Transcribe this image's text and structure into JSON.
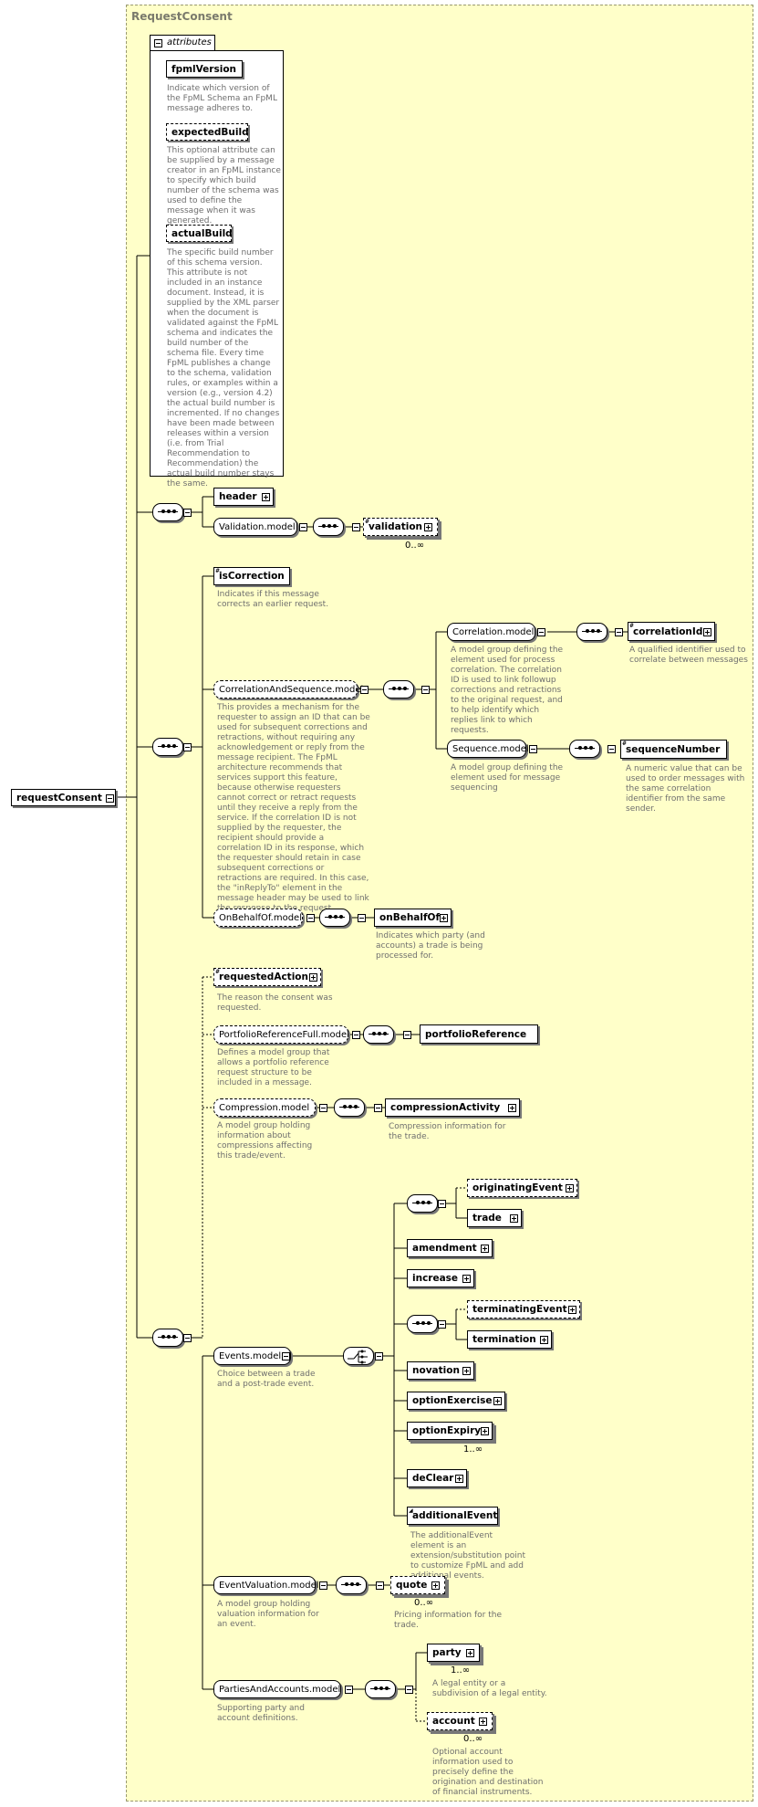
{
  "diagram": {
    "title": "RequestConsent",
    "root": "requestConsent",
    "attributes_label": "attributes",
    "attributes": [
      {
        "name": "fpmlVersion",
        "desc": "Indicate which version of the FpML Schema an FpML message adheres to."
      },
      {
        "name": "expectedBuild",
        "desc": "This optional attribute can be supplied by a message creator in an FpML instance to specify which build number of the schema was used to define the message when it was generated."
      },
      {
        "name": "actualBuild",
        "desc": "The specific build number of this schema version. This attribute is not included in an instance document. Instead, it is supplied by the XML parser when the document is validated against the FpML schema and indicates the build number of the schema file. Every time FpML publishes a change to the schema, validation rules, or examples within a version (e.g., version 4.2) the actual build number is incremented. If no changes have been made between releases within a version (i.e. from Trial Recommendation to Recommendation) the actual build number stays the same."
      }
    ],
    "nodes": {
      "header": "header",
      "validation_model": "Validation.model",
      "validation": "validation",
      "validation_occ": "0..∞",
      "isCorrection": "isCorrection",
      "isCorrection_desc": "Indicates if this message corrects an earlier request.",
      "cas_model": "CorrelationAndSequence.model",
      "cas_desc": "This provides a mechanism for the requester to assign an ID that can be used for subsequent corrections and retractions, without requiring any acknowledgement or reply from the message recipient. The FpML architecture recommends that services support this feature, because otherwise requesters cannot correct or retract requests until they receive a reply from the service. If the correlation ID is not supplied by the requester, the recipient should provide a correlation ID in its response, which the requester should retain in case subsequent corrections or retractions are required. In this case, the \"inReplyTo\" element in the message header may be used to link the response to the request.",
      "correlation_model": "Correlation.model",
      "correlation_desc": "A model group defining the element used for process correlation. The correlation ID is used to link followup corrections and retractions to the original request, and to help identify which replies link to which requests.",
      "correlationId": "correlationId",
      "correlationId_desc": "A qualified identifier used to correlate between messages",
      "sequence_model": "Sequence.model",
      "sequence_desc": "A model group defining the element used for message sequencing",
      "sequenceNumber": "sequenceNumber",
      "sequenceNumber_desc": "A numeric value that can be used to order messages with the same correlation identifier from the same sender.",
      "onBehalfOf_model": "OnBehalfOf.model",
      "onBehalfOf": "onBehalfOf",
      "onBehalfOf_desc": "Indicates which party (and accounts) a trade is being processed for.",
      "requestedAction": "requestedAction",
      "requestedAction_desc": "The reason the consent was requested.",
      "prf_model": "PortfolioReferenceFull.model",
      "prf_desc": "Defines a model group that allows a portfolio reference request structure to be included in a message.",
      "portfolioReference": "portfolioReference",
      "compression_model": "Compression.model",
      "compression_desc": "A model group holding information about compressions affecting this trade/event.",
      "compressionActivity": "compressionActivity",
      "compressionActivity_desc": "Compression information for the trade.",
      "events_model": "Events.model",
      "events_desc": "Choice between a trade and a post-trade event.",
      "originatingEvent": "originatingEvent",
      "trade": "trade",
      "amendment": "amendment",
      "increase": "increase",
      "terminatingEvent": "terminatingEvent",
      "termination": "termination",
      "novation": "novation",
      "optionExercise": "optionExercise",
      "optionExpiry": "optionExpiry",
      "optionExpiry_occ": "1..∞",
      "deClear": "deClear",
      "additionalEvent": "additionalEvent",
      "additionalEvent_desc": "The additionalEvent element is an extension/substitution point to customize FpML and add additional events.",
      "eventValuation_model": "EventValuation.model",
      "eventValuation_desc": "A model group holding valuation information for an event.",
      "quote": "quote",
      "quote_occ": "0..∞",
      "quote_desc": "Pricing information for the trade.",
      "paa_model": "PartiesAndAccounts.model",
      "paa_desc": "Supporting party and account definitions.",
      "party": "party",
      "party_occ": "1..∞",
      "party_desc": "A legal entity or a subdivision of a legal entity.",
      "account": "account",
      "account_occ": "0..∞",
      "account_desc": "Optional account information used to precisely define the origination and destination of financial instruments."
    }
  }
}
